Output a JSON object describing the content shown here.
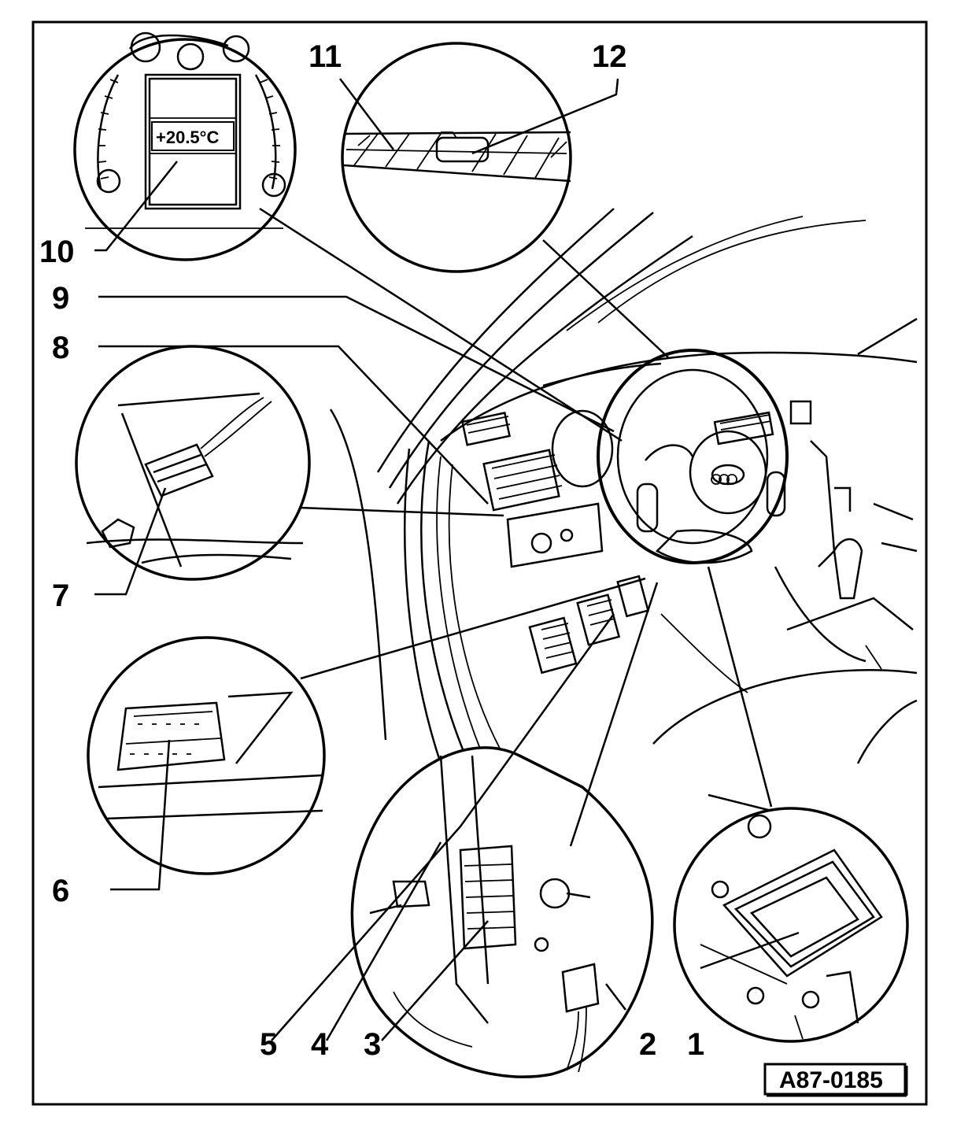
{
  "callouts": {
    "c1": "1",
    "c2": "2",
    "c3": "3",
    "c4": "4",
    "c5": "5",
    "c6": "6",
    "c7": "7",
    "c8": "8",
    "c9": "9",
    "c10": "10",
    "c11": "11",
    "c12": "12"
  },
  "display_reading": "+20.5°C",
  "reference_code": "A87-0185"
}
